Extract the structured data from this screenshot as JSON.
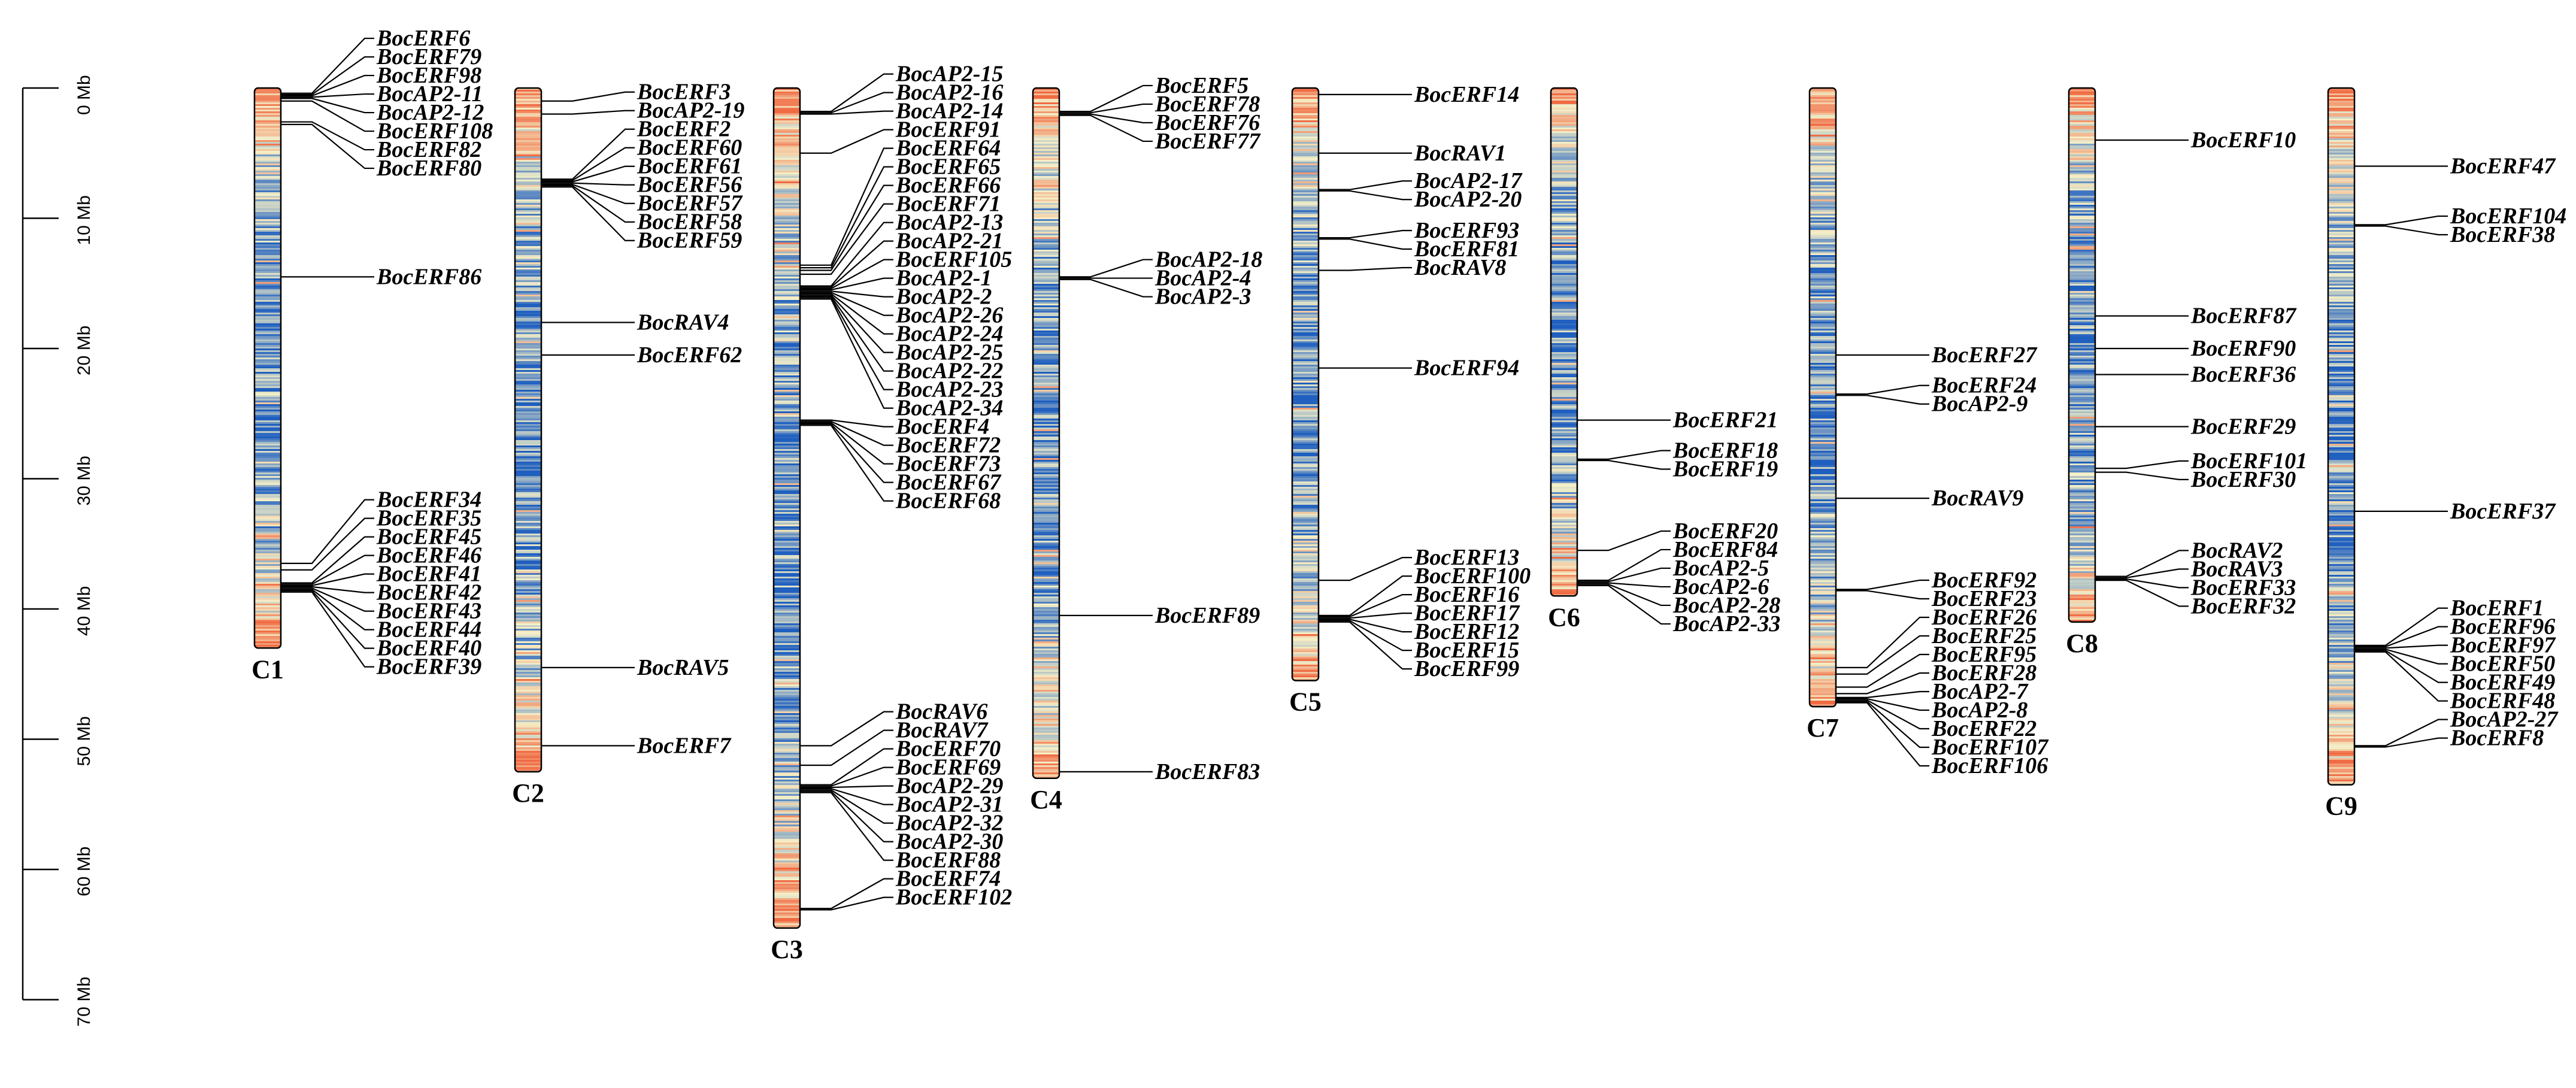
{
  "scale": {
    "unit": "Mb",
    "ticks": [
      {
        "value": 0,
        "label": "0 Mb"
      },
      {
        "value": 10,
        "label": "10 Mb"
      },
      {
        "value": 20,
        "label": "20 Mb"
      },
      {
        "value": 30,
        "label": "30 Mb"
      },
      {
        "value": 40,
        "label": "40 Mb"
      },
      {
        "value": 50,
        "label": "50 Mb"
      },
      {
        "value": 60,
        "label": "60 Mb"
      },
      {
        "value": 70,
        "label": "70 Mb"
      }
    ]
  },
  "colors": {
    "density_low": "#1f5fbf",
    "density_mid": "#f5f0c8",
    "density_high": "#f06a43",
    "outline": "#000000"
  },
  "chromosomes": [
    {
      "name": "C1",
      "length_mb": 43.0,
      "genes": [
        {
          "name": "BocERF6",
          "pos": 0.4
        },
        {
          "name": "BocERF79",
          "pos": 0.5
        },
        {
          "name": "BocERF98",
          "pos": 0.6
        },
        {
          "name": "BocAP2-11",
          "pos": 0.7
        },
        {
          "name": "BocAP2-12",
          "pos": 0.8
        },
        {
          "name": "BocERF108",
          "pos": 1.0
        },
        {
          "name": "BocERF82",
          "pos": 2.6
        },
        {
          "name": "BocERF80",
          "pos": 2.8
        },
        {
          "name": "BocERF86",
          "pos": 14.5
        },
        {
          "name": "BocERF34",
          "pos": 36.5
        },
        {
          "name": "BocERF35",
          "pos": 37.0
        },
        {
          "name": "BocERF45",
          "pos": 38.0
        },
        {
          "name": "BocERF46",
          "pos": 38.1
        },
        {
          "name": "BocERF41",
          "pos": 38.2
        },
        {
          "name": "BocERF42",
          "pos": 38.3
        },
        {
          "name": "BocERF43",
          "pos": 38.4
        },
        {
          "name": "BocERF44",
          "pos": 38.5
        },
        {
          "name": "BocERF40",
          "pos": 38.6
        },
        {
          "name": "BocERF39",
          "pos": 38.7
        }
      ]
    },
    {
      "name": "C2",
      "length_mb": 52.5,
      "genes": [
        {
          "name": "BocERF3",
          "pos": 1.0
        },
        {
          "name": "BocAP2-19",
          "pos": 2.0
        },
        {
          "name": "BocERF2",
          "pos": 7.0
        },
        {
          "name": "BocERF60",
          "pos": 7.1
        },
        {
          "name": "BocERF61",
          "pos": 7.2
        },
        {
          "name": "BocERF56",
          "pos": 7.3
        },
        {
          "name": "BocERF57",
          "pos": 7.4
        },
        {
          "name": "BocERF58",
          "pos": 7.5
        },
        {
          "name": "BocERF59",
          "pos": 7.6
        },
        {
          "name": "BocRAV4",
          "pos": 18.0
        },
        {
          "name": "BocERF62",
          "pos": 20.5
        },
        {
          "name": "BocRAV5",
          "pos": 44.5
        },
        {
          "name": "BocERF7",
          "pos": 50.5
        }
      ]
    },
    {
      "name": "C3",
      "length_mb": 64.5,
      "genes": [
        {
          "name": "BocAP2-15",
          "pos": 1.8
        },
        {
          "name": "BocAP2-16",
          "pos": 1.9
        },
        {
          "name": "BocAP2-14",
          "pos": 2.0
        },
        {
          "name": "BocERF91",
          "pos": 5.0
        },
        {
          "name": "BocERF64",
          "pos": 13.6
        },
        {
          "name": "BocERF65",
          "pos": 13.8
        },
        {
          "name": "BocERF66",
          "pos": 14.0
        },
        {
          "name": "BocERF71",
          "pos": 14.3
        },
        {
          "name": "BocAP2-13",
          "pos": 15.2
        },
        {
          "name": "BocAP2-21",
          "pos": 15.3
        },
        {
          "name": "BocERF105",
          "pos": 15.4
        },
        {
          "name": "BocAP2-1",
          "pos": 15.5
        },
        {
          "name": "BocAP2-2",
          "pos": 15.6
        },
        {
          "name": "BocAP2-26",
          "pos": 15.7
        },
        {
          "name": "BocAP2-24",
          "pos": 15.8
        },
        {
          "name": "BocAP2-25",
          "pos": 15.9
        },
        {
          "name": "BocAP2-22",
          "pos": 16.0
        },
        {
          "name": "BocAP2-23",
          "pos": 16.1
        },
        {
          "name": "BocAP2-34",
          "pos": 16.2
        },
        {
          "name": "BocERF4",
          "pos": 25.5
        },
        {
          "name": "BocERF72",
          "pos": 25.6
        },
        {
          "name": "BocERF73",
          "pos": 25.7
        },
        {
          "name": "BocERF67",
          "pos": 25.8
        },
        {
          "name": "BocERF68",
          "pos": 25.9
        },
        {
          "name": "BocRAV6",
          "pos": 50.5
        },
        {
          "name": "BocRAV7",
          "pos": 52.0
        },
        {
          "name": "BocERF70",
          "pos": 53.5
        },
        {
          "name": "BocERF69",
          "pos": 53.6
        },
        {
          "name": "BocAP2-29",
          "pos": 53.7
        },
        {
          "name": "BocAP2-31",
          "pos": 53.8
        },
        {
          "name": "BocAP2-32",
          "pos": 53.9
        },
        {
          "name": "BocAP2-30",
          "pos": 54.0
        },
        {
          "name": "BocERF88",
          "pos": 54.1
        },
        {
          "name": "BocERF74",
          "pos": 63.0
        },
        {
          "name": "BocERF102",
          "pos": 63.1
        }
      ]
    },
    {
      "name": "C4",
      "length_mb": 53.0,
      "genes": [
        {
          "name": "BocERF5",
          "pos": 1.8
        },
        {
          "name": "BocERF78",
          "pos": 1.9
        },
        {
          "name": "BocERF76",
          "pos": 2.0
        },
        {
          "name": "BocERF77",
          "pos": 2.1
        },
        {
          "name": "BocAP2-18",
          "pos": 14.5
        },
        {
          "name": "BocAP2-4",
          "pos": 14.6
        },
        {
          "name": "BocAP2-3",
          "pos": 14.7
        },
        {
          "name": "BocERF89",
          "pos": 40.5
        },
        {
          "name": "BocERF83",
          "pos": 52.5
        }
      ]
    },
    {
      "name": "C5",
      "length_mb": 45.5,
      "genes": [
        {
          "name": "BocERF14",
          "pos": 0.5
        },
        {
          "name": "BocRAV1",
          "pos": 5.0
        },
        {
          "name": "BocAP2-17",
          "pos": 7.8
        },
        {
          "name": "BocAP2-20",
          "pos": 7.9
        },
        {
          "name": "BocERF93",
          "pos": 11.5
        },
        {
          "name": "BocERF81",
          "pos": 11.6
        },
        {
          "name": "BocRAV8",
          "pos": 14.0
        },
        {
          "name": "BocERF94",
          "pos": 21.5
        },
        {
          "name": "BocERF13",
          "pos": 37.8
        },
        {
          "name": "BocERF100",
          "pos": 40.5
        },
        {
          "name": "BocERF16",
          "pos": 40.6
        },
        {
          "name": "BocERF17",
          "pos": 40.7
        },
        {
          "name": "BocERF12",
          "pos": 40.8
        },
        {
          "name": "BocERF15",
          "pos": 40.9
        },
        {
          "name": "BocERF99",
          "pos": 41.0
        }
      ]
    },
    {
      "name": "C6",
      "length_mb": 39.0,
      "genes": [
        {
          "name": "BocERF21",
          "pos": 25.5
        },
        {
          "name": "BocERF18",
          "pos": 28.5
        },
        {
          "name": "BocERF19",
          "pos": 28.6
        },
        {
          "name": "BocERF20",
          "pos": 35.5
        },
        {
          "name": "BocERF84",
          "pos": 37.8
        },
        {
          "name": "BocAP2-5",
          "pos": 37.9
        },
        {
          "name": "BocAP2-6",
          "pos": 38.0
        },
        {
          "name": "BocAP2-28",
          "pos": 38.1
        },
        {
          "name": "BocAP2-33",
          "pos": 38.2
        }
      ]
    },
    {
      "name": "C7",
      "length_mb": 47.5,
      "genes": [
        {
          "name": "BocERF27",
          "pos": 20.5
        },
        {
          "name": "BocERF24",
          "pos": 23.5
        },
        {
          "name": "BocAP2-9",
          "pos": 23.6
        },
        {
          "name": "BocRAV9",
          "pos": 31.5
        },
        {
          "name": "BocERF92",
          "pos": 38.5
        },
        {
          "name": "BocERF23",
          "pos": 38.6
        },
        {
          "name": "BocERF26",
          "pos": 44.5
        },
        {
          "name": "BocERF25",
          "pos": 45.0
        },
        {
          "name": "BocERF95",
          "pos": 46.0
        },
        {
          "name": "BocERF28",
          "pos": 46.5
        },
        {
          "name": "BocAP2-7",
          "pos": 46.8
        },
        {
          "name": "BocAP2-8",
          "pos": 46.9
        },
        {
          "name": "BocERF22",
          "pos": 47.0
        },
        {
          "name": "BocERF107",
          "pos": 47.1
        },
        {
          "name": "BocERF106",
          "pos": 47.2
        }
      ]
    },
    {
      "name": "C8",
      "length_mb": 41.0,
      "genes": [
        {
          "name": "BocERF10",
          "pos": 4.0
        },
        {
          "name": "BocERF87",
          "pos": 17.5
        },
        {
          "name": "BocERF90",
          "pos": 20.0
        },
        {
          "name": "BocERF36",
          "pos": 22.0
        },
        {
          "name": "BocERF29",
          "pos": 26.0
        },
        {
          "name": "BocERF101",
          "pos": 29.2
        },
        {
          "name": "BocERF30",
          "pos": 29.5
        },
        {
          "name": "BocRAV2",
          "pos": 37.5
        },
        {
          "name": "BocRAV3",
          "pos": 37.6
        },
        {
          "name": "BocERF33",
          "pos": 37.7
        },
        {
          "name": "BocERF32",
          "pos": 37.8
        }
      ]
    },
    {
      "name": "C9",
      "length_mb": 53.5,
      "genes": [
        {
          "name": "BocERF47",
          "pos": 6.0
        },
        {
          "name": "BocERF104",
          "pos": 10.5
        },
        {
          "name": "BocERF38",
          "pos": 10.6
        },
        {
          "name": "BocERF37",
          "pos": 32.5
        },
        {
          "name": "BocERF1",
          "pos": 42.8
        },
        {
          "name": "BocERF96",
          "pos": 42.9
        },
        {
          "name": "BocERF97",
          "pos": 43.0
        },
        {
          "name": "BocERF50",
          "pos": 43.1
        },
        {
          "name": "BocERF49",
          "pos": 43.2
        },
        {
          "name": "BocERF48",
          "pos": 43.3
        },
        {
          "name": "BocAP2-27",
          "pos": 50.5
        },
        {
          "name": "BocERF8",
          "pos": 50.6
        }
      ]
    }
  ]
}
